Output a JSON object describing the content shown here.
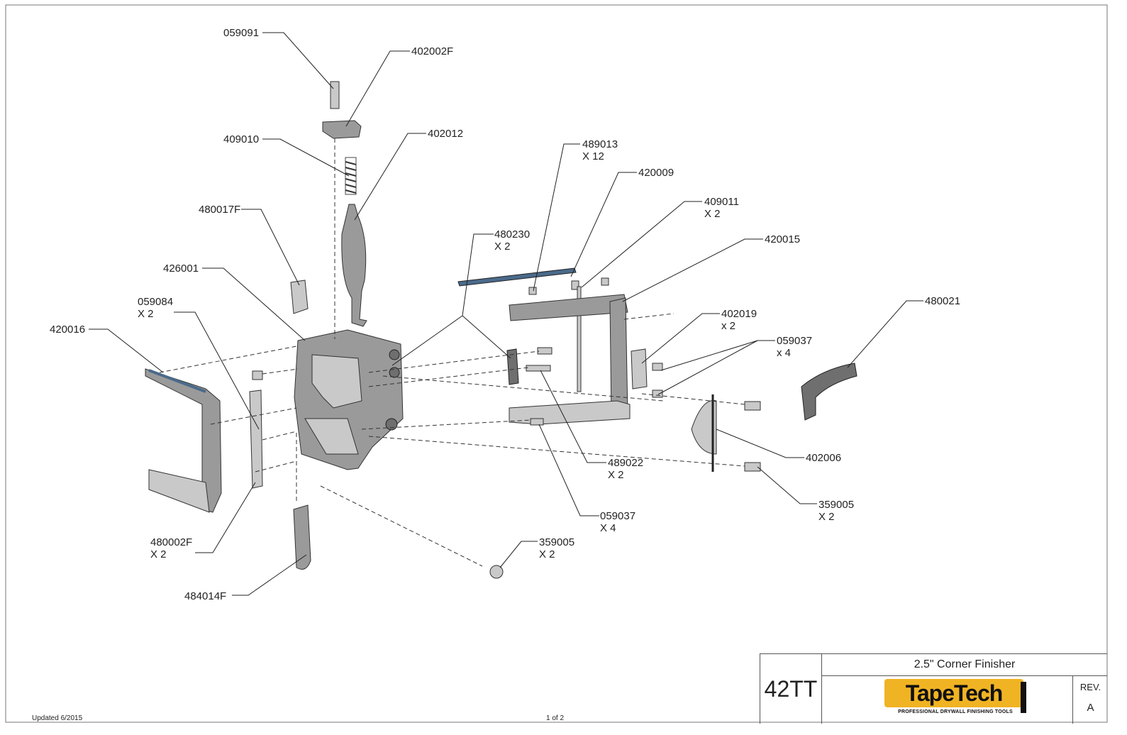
{
  "callouts": [
    {
      "id": "c1",
      "lines": [
        "059091"
      ]
    },
    {
      "id": "c2",
      "lines": [
        "402002F"
      ]
    },
    {
      "id": "c3",
      "lines": [
        "409010"
      ]
    },
    {
      "id": "c4",
      "lines": [
        "402012"
      ]
    },
    {
      "id": "c5",
      "lines": [
        "480017F"
      ]
    },
    {
      "id": "c6",
      "lines": [
        "426001"
      ]
    },
    {
      "id": "c7",
      "lines": [
        "059084",
        "X 2"
      ]
    },
    {
      "id": "c8",
      "lines": [
        "420016"
      ]
    },
    {
      "id": "c9",
      "lines": [
        "480230",
        "X 2"
      ]
    },
    {
      "id": "c10",
      "lines": [
        "489013",
        "X 12"
      ]
    },
    {
      "id": "c11",
      "lines": [
        "420009"
      ]
    },
    {
      "id": "c12",
      "lines": [
        "409011",
        "X 2"
      ]
    },
    {
      "id": "c13",
      "lines": [
        "420015"
      ]
    },
    {
      "id": "c14",
      "lines": [
        "402019",
        "x 2"
      ]
    },
    {
      "id": "c15",
      "lines": [
        "059037",
        "x 4"
      ]
    },
    {
      "id": "c16",
      "lines": [
        "480021"
      ]
    },
    {
      "id": "c17",
      "lines": [
        "402006"
      ]
    },
    {
      "id": "c18",
      "lines": [
        "489022",
        "X 2"
      ]
    },
    {
      "id": "c19",
      "lines": [
        "359005",
        "X 2"
      ]
    },
    {
      "id": "c20",
      "lines": [
        "059037",
        "X 4"
      ]
    },
    {
      "id": "c21",
      "lines": [
        "359005",
        "X 2"
      ]
    },
    {
      "id": "c22",
      "lines": [
        "480002F",
        "X 2"
      ]
    },
    {
      "id": "c23",
      "lines": [
        "484014F"
      ]
    }
  ],
  "footer": {
    "updated": "Updated 6/2015",
    "page": "1 of 2"
  },
  "title_block": {
    "model": "42TT",
    "title": "2.5\" Corner Finisher",
    "logo_text": "TapeTech",
    "logo_tagline": "PROFESSIONAL DRYWALL FINISHING TOOLS",
    "rev_label": "REV.",
    "rev_value": "A"
  },
  "colors": {
    "logo_yellow": "#f0b323",
    "rail_blue": "#4a6a8a"
  }
}
